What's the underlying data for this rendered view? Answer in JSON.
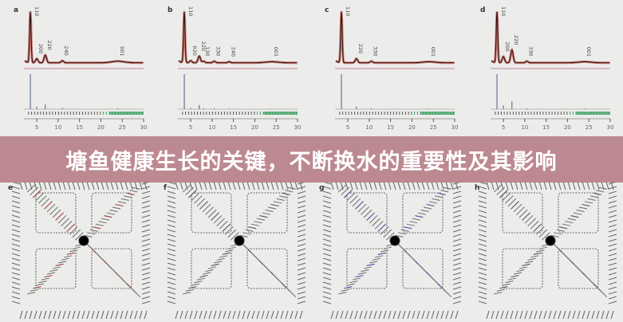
{
  "banner": {
    "title": "塘鱼健康生长的关键，不断换水的重要性及其影响",
    "color": "#b57880"
  },
  "xrd_panels": [
    {
      "letter": "a",
      "peaks": [
        {
          "hkl": "110",
          "two_theta": 3.5,
          "height": 1.0
        },
        {
          "hkl": "200",
          "two_theta": 5,
          "height": 0.08
        },
        {
          "hkl": "220",
          "two_theta": 7,
          "height": 0.15
        },
        {
          "hkl": "240",
          "two_theta": 11,
          "height": 0.04
        },
        {
          "hkl": "001",
          "two_theta": 24,
          "height": 0.03
        }
      ],
      "x_ticks": [
        "5",
        "10",
        "15",
        "20",
        "25",
        "30"
      ]
    },
    {
      "letter": "b",
      "peaks": [
        {
          "hkl": "110",
          "two_theta": 3.5,
          "height": 1.0
        },
        {
          "hkl": "020",
          "two_theta": 5,
          "height": 0.04
        },
        {
          "hkl": "220",
          "two_theta": 7,
          "height": 0.13
        },
        {
          "hkl": "130",
          "two_theta": 8,
          "height": 0.03
        },
        {
          "hkl": "330",
          "two_theta": 10.5,
          "height": 0.03
        },
        {
          "hkl": "240",
          "two_theta": 14,
          "height": 0.02
        },
        {
          "hkl": "001",
          "two_theta": 24,
          "height": 0.02
        }
      ],
      "x_ticks": [
        "5",
        "10",
        "15",
        "20",
        "25",
        "30"
      ]
    },
    {
      "letter": "c",
      "peaks": [
        {
          "hkl": "110",
          "two_theta": 3.5,
          "height": 1.0
        },
        {
          "hkl": "220",
          "two_theta": 7,
          "height": 0.08
        },
        {
          "hkl": "330",
          "two_theta": 10.5,
          "height": 0.03
        },
        {
          "hkl": "001",
          "two_theta": 24,
          "height": 0.02
        }
      ],
      "x_ticks": [
        "5",
        "10",
        "15",
        "20",
        "25",
        "30"
      ]
    },
    {
      "letter": "d",
      "peaks": [
        {
          "hkl": "110",
          "two_theta": 3.5,
          "height": 1.0
        },
        {
          "hkl": "200",
          "two_theta": 5,
          "height": 0.12
        },
        {
          "hkl": "220",
          "two_theta": 7,
          "height": 0.25
        },
        {
          "hkl": "330",
          "two_theta": 10.5,
          "height": 0.03
        },
        {
          "hkl": "001",
          "two_theta": 24,
          "height": 0.02
        }
      ],
      "x_ticks": [
        "5",
        "10",
        "15",
        "20",
        "25",
        "30"
      ]
    }
  ],
  "structure_panels": [
    {
      "letter": "e",
      "accent": "#a0404a"
    },
    {
      "letter": "f",
      "accent": "#555555"
    },
    {
      "letter": "g",
      "accent": "#4a50a0"
    },
    {
      "letter": "h",
      "accent": "#555555"
    }
  ],
  "colors": {
    "fit": "#c0392b",
    "data": "#3a1a1a",
    "sim": "#4a5a8a",
    "ticks": "#3aa060"
  }
}
